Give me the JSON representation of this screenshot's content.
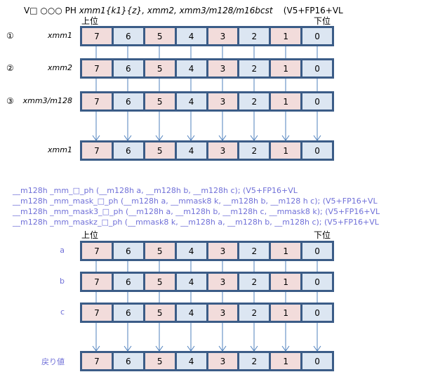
{
  "header": {
    "mnemonic": "V□ ○○○ PH",
    "operands": "xmm1{k1}{z}, xmm2, xmm3/m128/m16bcst",
    "cpuid": "(V5+FP16+VL"
  },
  "order": {
    "high": "上位",
    "low": "下位"
  },
  "top_rows": [
    {
      "num": "①",
      "label": "xmm1"
    },
    {
      "num": "②",
      "label": "xmm2"
    },
    {
      "num": "③",
      "label": "xmm3/m128"
    },
    {
      "num": "",
      "label": "xmm1"
    }
  ],
  "intrinsics": [
    "__m128h   _mm_□_ph  (__m128h  a, __m128h  b, __m128h  c);   (V5+FP16+VL",
    "__m128h   _mm_mask_□_ph  (__m128h  a,  __mmask8  k,  __m128h  b,  __m128 h c);   (V5+FP16+VL",
    "__m128h   _mm_mask3_□_ph  (__m128h  a,  __m128h  b,  __m128h  c,  __mmask8  k);   (V5+FP16+VL",
    "__m128h   _mm_maskz_□_ph  (__mmask8  k,  __m128h  a,  __m128h  b,  __m128h  c);   (V5+FP16+VL"
  ],
  "bottom_rows": [
    {
      "label": "a"
    },
    {
      "label": "b"
    },
    {
      "label": "c"
    },
    {
      "label": "戻り値"
    }
  ],
  "lanes": [
    "7",
    "6",
    "5",
    "4",
    "3",
    "2",
    "1",
    "0"
  ],
  "colors": {
    "border": "#3b5c87",
    "pink": "#f2dcdb",
    "blue": "#dce6f2",
    "arrow": "#4f81bd",
    "code": "#7070d8"
  }
}
